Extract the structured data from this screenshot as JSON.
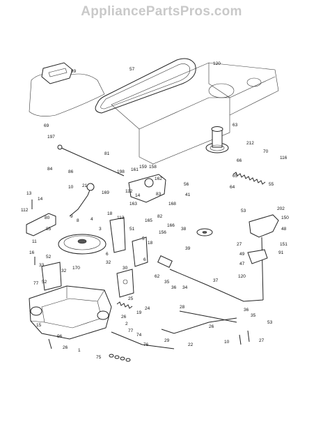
{
  "watermark": "AppliancePartsPros.com",
  "callouts": [
    {
      "id": "c120",
      "text": "120"
    },
    {
      "id": "c89",
      "text": "89"
    },
    {
      "id": "c57",
      "text": "57"
    },
    {
      "id": "c69",
      "text": "69"
    },
    {
      "id": "c63",
      "text": "63"
    },
    {
      "id": "c212",
      "text": "212"
    },
    {
      "id": "c70",
      "text": "70"
    },
    {
      "id": "c116",
      "text": "116"
    },
    {
      "id": "c197",
      "text": "197"
    },
    {
      "id": "c81",
      "text": "81"
    },
    {
      "id": "c84",
      "text": "84"
    },
    {
      "id": "c86",
      "text": "86"
    },
    {
      "id": "c198",
      "text": "198"
    },
    {
      "id": "c161",
      "text": "161"
    },
    {
      "id": "c159",
      "text": "159"
    },
    {
      "id": "c158",
      "text": "158"
    },
    {
      "id": "c66",
      "text": "66"
    },
    {
      "id": "c162",
      "text": "162"
    },
    {
      "id": "c65",
      "text": "65"
    },
    {
      "id": "c56",
      "text": "56"
    },
    {
      "id": "c64",
      "text": "64"
    },
    {
      "id": "c55",
      "text": "55"
    },
    {
      "id": "c10",
      "text": "10"
    },
    {
      "id": "c21",
      "text": "21"
    },
    {
      "id": "c169",
      "text": "169"
    },
    {
      "id": "c112a",
      "text": "112"
    },
    {
      "id": "c14a",
      "text": "14"
    },
    {
      "id": "c83",
      "text": "83"
    },
    {
      "id": "c13",
      "text": "13"
    },
    {
      "id": "c14b",
      "text": "14"
    },
    {
      "id": "c9",
      "text": "9"
    },
    {
      "id": "c163",
      "text": "163"
    },
    {
      "id": "c168",
      "text": "168"
    },
    {
      "id": "c41",
      "text": "41"
    },
    {
      "id": "c53",
      "text": "53"
    },
    {
      "id": "c202",
      "text": "202"
    },
    {
      "id": "c112b",
      "text": "112"
    },
    {
      "id": "c80",
      "text": "80"
    },
    {
      "id": "c18a",
      "text": "18"
    },
    {
      "id": "c113",
      "text": "113"
    },
    {
      "id": "c8",
      "text": "8"
    },
    {
      "id": "c82",
      "text": "82"
    },
    {
      "id": "c165",
      "text": "165"
    },
    {
      "id": "c166",
      "text": "166"
    },
    {
      "id": "c150",
      "text": "150"
    },
    {
      "id": "c85",
      "text": "85"
    },
    {
      "id": "c4",
      "text": "4"
    },
    {
      "id": "c3",
      "text": "3"
    },
    {
      "id": "c51",
      "text": "51"
    },
    {
      "id": "c156",
      "text": "156"
    },
    {
      "id": "c38",
      "text": "38"
    },
    {
      "id": "c48",
      "text": "48"
    },
    {
      "id": "c11",
      "text": "11"
    },
    {
      "id": "c5",
      "text": "5"
    },
    {
      "id": "c18b",
      "text": "18"
    },
    {
      "id": "c27a",
      "text": "27"
    },
    {
      "id": "c16",
      "text": "16"
    },
    {
      "id": "c6a",
      "text": "6"
    },
    {
      "id": "c6b",
      "text": "6"
    },
    {
      "id": "c39",
      "text": "39"
    },
    {
      "id": "c49",
      "text": "49"
    },
    {
      "id": "c151",
      "text": "151"
    },
    {
      "id": "c91",
      "text": "91"
    },
    {
      "id": "c52a",
      "text": "52"
    },
    {
      "id": "c33",
      "text": "33"
    },
    {
      "id": "c32a",
      "text": "32"
    },
    {
      "id": "c170",
      "text": "170"
    },
    {
      "id": "c32b",
      "text": "32"
    },
    {
      "id": "c30",
      "text": "30"
    },
    {
      "id": "c47",
      "text": "47"
    },
    {
      "id": "c62",
      "text": "62"
    },
    {
      "id": "c35",
      "text": "35"
    },
    {
      "id": "c36a",
      "text": "36"
    },
    {
      "id": "c34",
      "text": "34"
    },
    {
      "id": "c37",
      "text": "37"
    },
    {
      "id": "c120b",
      "text": "120"
    },
    {
      "id": "c52b",
      "text": "52"
    },
    {
      "id": "c77a",
      "text": "77"
    },
    {
      "id": "c15",
      "text": "15"
    },
    {
      "id": "c96",
      "text": "96"
    },
    {
      "id": "c26a",
      "text": "26"
    },
    {
      "id": "c25",
      "text": "25"
    },
    {
      "id": "c19",
      "text": "19"
    },
    {
      "id": "c24",
      "text": "24"
    },
    {
      "id": "c26b",
      "text": "26"
    },
    {
      "id": "c2",
      "text": "2"
    },
    {
      "id": "c77b",
      "text": "77"
    },
    {
      "id": "c1",
      "text": "1"
    },
    {
      "id": "c74",
      "text": "74"
    },
    {
      "id": "c76",
      "text": "76"
    },
    {
      "id": "c75",
      "text": "75"
    },
    {
      "id": "c28",
      "text": "28"
    },
    {
      "id": "c36b",
      "text": "36"
    },
    {
      "id": "c53b",
      "text": "53"
    },
    {
      "id": "c26c",
      "text": "26"
    },
    {
      "id": "c10b",
      "text": "10"
    },
    {
      "id": "c27b",
      "text": "27"
    },
    {
      "id": "c29",
      "text": "29"
    },
    {
      "id": "c22",
      "text": "22"
    },
    {
      "id": "c35b",
      "text": "35"
    }
  ]
}
